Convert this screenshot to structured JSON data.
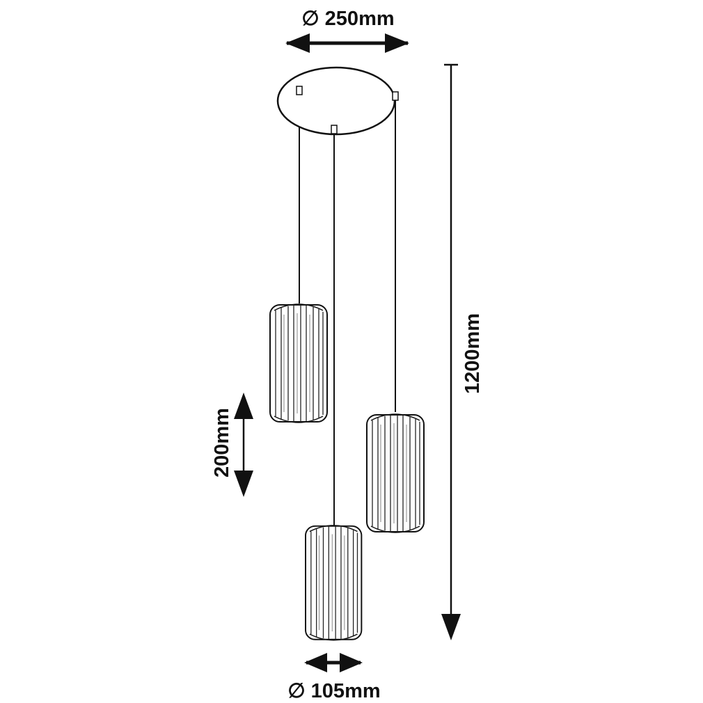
{
  "title": "Pendant lamp dimension drawing",
  "dimensions": {
    "canopy_diameter": "∅ 250mm",
    "total_height": "1200mm",
    "shade_height": "200mm",
    "shade_diameter": "∅ 105mm"
  },
  "colors": {
    "ink": "#111111",
    "background": "#ffffff"
  }
}
